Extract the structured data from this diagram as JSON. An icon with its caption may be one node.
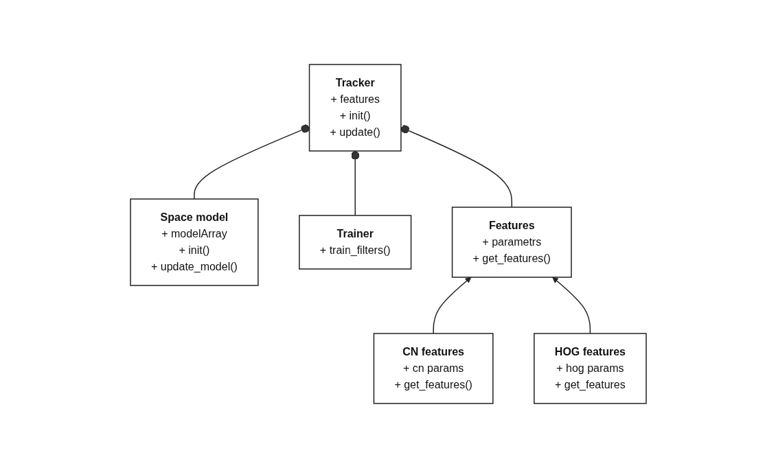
{
  "diagram": {
    "nodes": [
      {
        "text": [
          "Tracker",
          "+ features",
          "+ init()",
          "+ update()"
        ]
      },
      {
        "text": [
          "Space model",
          "+ modelArray",
          "+ init()",
          "+ update_model()"
        ]
      },
      {
        "text": [
          "Trainer",
          "+ train_filters()"
        ]
      },
      {
        "text": [
          "Features",
          "+ parametrs",
          "+ get_features()"
        ]
      },
      {
        "text": [
          "CN features",
          "+ cn params",
          "+ get_features()"
        ]
      },
      {
        "text": [
          "HOG features",
          "+ hog params",
          "+ get_features"
        ]
      }
    ],
    "edges": [
      {
        "from": 1,
        "to": 0,
        "arrow": "other"
      },
      {
        "from": 2,
        "to": 0,
        "arrow": "other"
      },
      {
        "from": 3,
        "to": 0,
        "arrow": "other"
      },
      {
        "from": 4,
        "to": 3,
        "arrow": "to"
      },
      {
        "from": 5,
        "to": 3,
        "arrow": "to"
      }
    ]
  }
}
